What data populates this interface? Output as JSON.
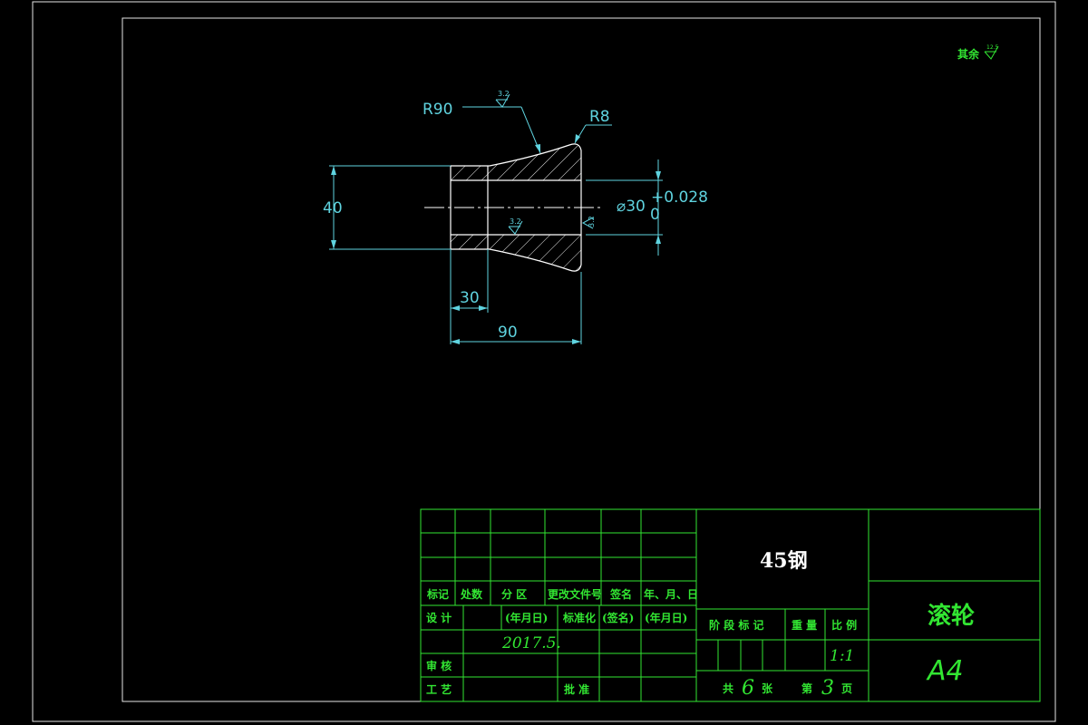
{
  "dimensions": {
    "radius_large": "R90",
    "radius_small": "R8",
    "height": "40",
    "hub_length": "30",
    "total_length": "90",
    "bore_diameter": "⌀30",
    "bore_tol_upper": "+0.028",
    "bore_tol_lower": "0"
  },
  "roughness": {
    "general_note": "其余",
    "general_value": "12.5",
    "profile_value": "3.2",
    "bore_value": "3.2",
    "face_value": "3.2"
  },
  "title_block": {
    "material": "45钢",
    "part_name": "滚轮",
    "sheet_size": "A4",
    "scale": "1:1",
    "design_date": "2017.5.",
    "total_sheets": "6",
    "sheet_no": "3",
    "hdr_mark": "标记",
    "hdr_count": "处数",
    "hdr_zone": "分  区",
    "hdr_change_doc": "更改文件号",
    "hdr_sign": "签名",
    "hdr_date": "年、月、日",
    "lbl_design": "设  计",
    "lbl_ymd1": "(年月日)",
    "lbl_standardize": "标准化",
    "lbl_signature": "(签名)",
    "lbl_ymd2": "(年月日)",
    "lbl_review": "审  核",
    "lbl_process": "工  艺",
    "lbl_approve": "批  准",
    "lbl_stage_mark": "阶  段  标  记",
    "lbl_weight": "重  量",
    "lbl_ratio": "比  例",
    "lbl_total": "共",
    "lbl_sheets": "张",
    "lbl_page": "第",
    "lbl_page_end": "页"
  }
}
